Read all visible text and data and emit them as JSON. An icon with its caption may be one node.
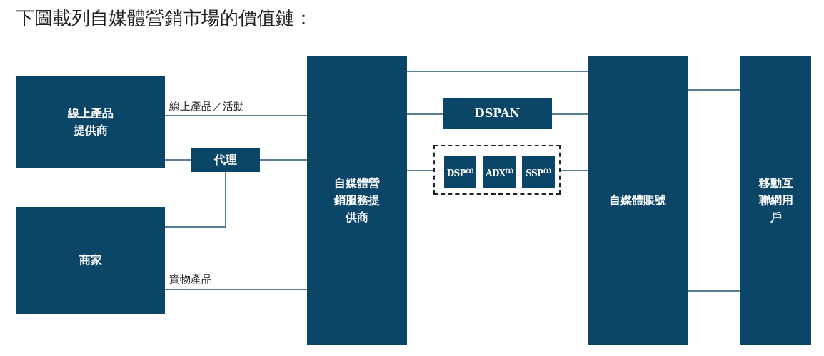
{
  "diagram": {
    "title": "下圖載列自媒體營銷市場的價值鏈：",
    "nodes": [
      {
        "text": [
          "線上產品提供商"
        ]
      },
      {
        "text": [
          "代理"
        ]
      },
      {
        "text": [
          "商家"
        ]
      },
      {
        "text": [
          "自媒體營銷服務提供商"
        ]
      },
      {
        "text": [
          "DSPAN"
        ]
      },
      {
        "text": [],
        "shape": "box"
      },
      {
        "text": [
          "DSP$^{(1)}$"
        ],
        "in": 5
      },
      {
        "text": [
          "ADX$^{(1)}$"
        ],
        "in": 5
      },
      {
        "text": [
          "SSP$^{(1)}$"
        ],
        "in": 5
      },
      {
        "text": [
          "自媒體賬號"
        ]
      },
      {
        "text": [
          "移動互聯網用戶"
        ]
      }
    ],
    "edges": [
      {
        "from": 0,
        "to": 3,
        "arrow": "none",
        "label": "線上產品／活動"
      },
      {
        "from": 0,
        "to": 1,
        "arrow": "none"
      },
      {
        "from": 1,
        "to": 3,
        "arrow": "none"
      },
      {
        "from": 2,
        "to": 1,
        "arrow": "none"
      },
      {
        "from": 2,
        "to": 3,
        "arrow": "none",
        "label": "實物產品"
      },
      {
        "from": 3,
        "to": 9,
        "arrow": "none"
      },
      {
        "from": 3,
        "to": 4,
        "arrow": "none"
      },
      {
        "from": 4,
        "to": 9,
        "arrow": "none"
      },
      {
        "from": 3,
        "to": 5,
        "arrow": "none"
      },
      {
        "from": 5,
        "to": 9,
        "arrow": "none"
      },
      {
        "from": 9,
        "to": 10,
        "arrow": "none"
      },
      {
        "from": 9,
        "to": 10,
        "arrow": "none"
      }
    ]
  }
}
